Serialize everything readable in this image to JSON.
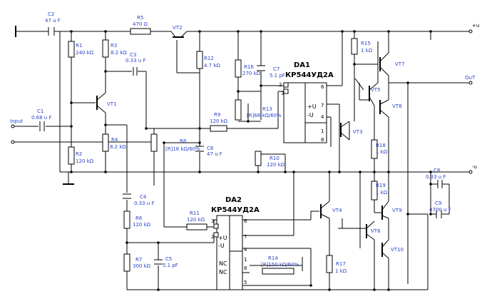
{
  "rails": {
    "vplus": "+u",
    "vminus": "-u",
    "input": "Input",
    "output": "OuT"
  },
  "chips": {
    "da1": {
      "ref": "DA1",
      "part": "КР544УД2А",
      "inplus": "+U",
      "inminus": "-U",
      "p2": "2",
      "p3": "3",
      "p6": "6",
      "p7": "7",
      "p4": "4",
      "p1": "1",
      "p8": "8"
    },
    "da2": {
      "ref": "DA2",
      "part": "КР544УД2А",
      "inplus": "+U",
      "inminus": "-U",
      "nc1": "NC",
      "nc2": "NC",
      "p3": "3",
      "p2": "2",
      "p6": "6",
      "p7": "7",
      "p4": "4",
      "p1": "1",
      "p8": "8",
      "p5": "5"
    }
  },
  "components": {
    "c2": {
      "ref": "C2",
      "val": "47 u F"
    },
    "r5": {
      "ref": "R5",
      "val": "470 Ω"
    },
    "vt2": {
      "ref": "VT2"
    },
    "r1": {
      "ref": "R1",
      "val": "240 kΩ"
    },
    "r3": {
      "ref": "R3",
      "val": "8.2 kΩ"
    },
    "c3": {
      "ref": "C3",
      "val": "0.33 u F"
    },
    "r12": {
      "ref": "R12",
      "val": "4.7 kΩ"
    },
    "r16": {
      "ref": "R16",
      "val": "270 kΩ"
    },
    "c7": {
      "ref": "C7",
      "val": "5.1 pF"
    },
    "vt1": {
      "ref": "VT1"
    },
    "c1": {
      "ref": "C1",
      "val": "0.68 u F"
    },
    "r2": {
      "ref": "R2",
      "val": "120 kΩ"
    },
    "r4": {
      "ref": "R4",
      "val": "8.2 kΩ"
    },
    "r9": {
      "ref": "R9",
      "val": "120 kΩ"
    },
    "r13": {
      "ref": "R13",
      "val": "[R]68 kΩ/60%"
    },
    "r8": {
      "ref": "R8",
      "val": "[R]16 kΩ/60%"
    },
    "c6": {
      "ref": "C6",
      "val": "47 u F"
    },
    "r10": {
      "ref": "R10",
      "val": "120 kΩ"
    },
    "r15": {
      "ref": "R15",
      "val": "1 kΩ"
    },
    "vt7": {
      "ref": "VT7"
    },
    "vt5": {
      "ref": "VT5"
    },
    "vt8": {
      "ref": "VT8"
    },
    "vt3": {
      "ref": "VT3"
    },
    "r18": {
      "ref": "R18",
      "val": "1 kΩ"
    },
    "c4": {
      "ref": "C4",
      "val": "0.33 u F"
    },
    "r6": {
      "ref": "R6",
      "val": "120 kΩ"
    },
    "r11": {
      "ref": "R11",
      "val": "120 kΩ"
    },
    "r7": {
      "ref": "R7",
      "val": "300 kΩ"
    },
    "c5": {
      "ref": "C5",
      "val": "5.1 pF"
    },
    "r14": {
      "ref": "R14",
      "val": "[R]150 kΩ/60%"
    },
    "vt4": {
      "ref": "VT4"
    },
    "r17": {
      "ref": "R17",
      "val": "1 kΩ"
    },
    "r19": {
      "ref": "R19",
      "val": "1 kΩ"
    },
    "vt6": {
      "ref": "VT6"
    },
    "vt9": {
      "ref": "VT9"
    },
    "vt10": {
      "ref": "VT10"
    },
    "c8": {
      "ref": "C8",
      "val": "0.33 u F"
    },
    "c9": {
      "ref": "C9",
      "val": "4700 u F"
    }
  }
}
